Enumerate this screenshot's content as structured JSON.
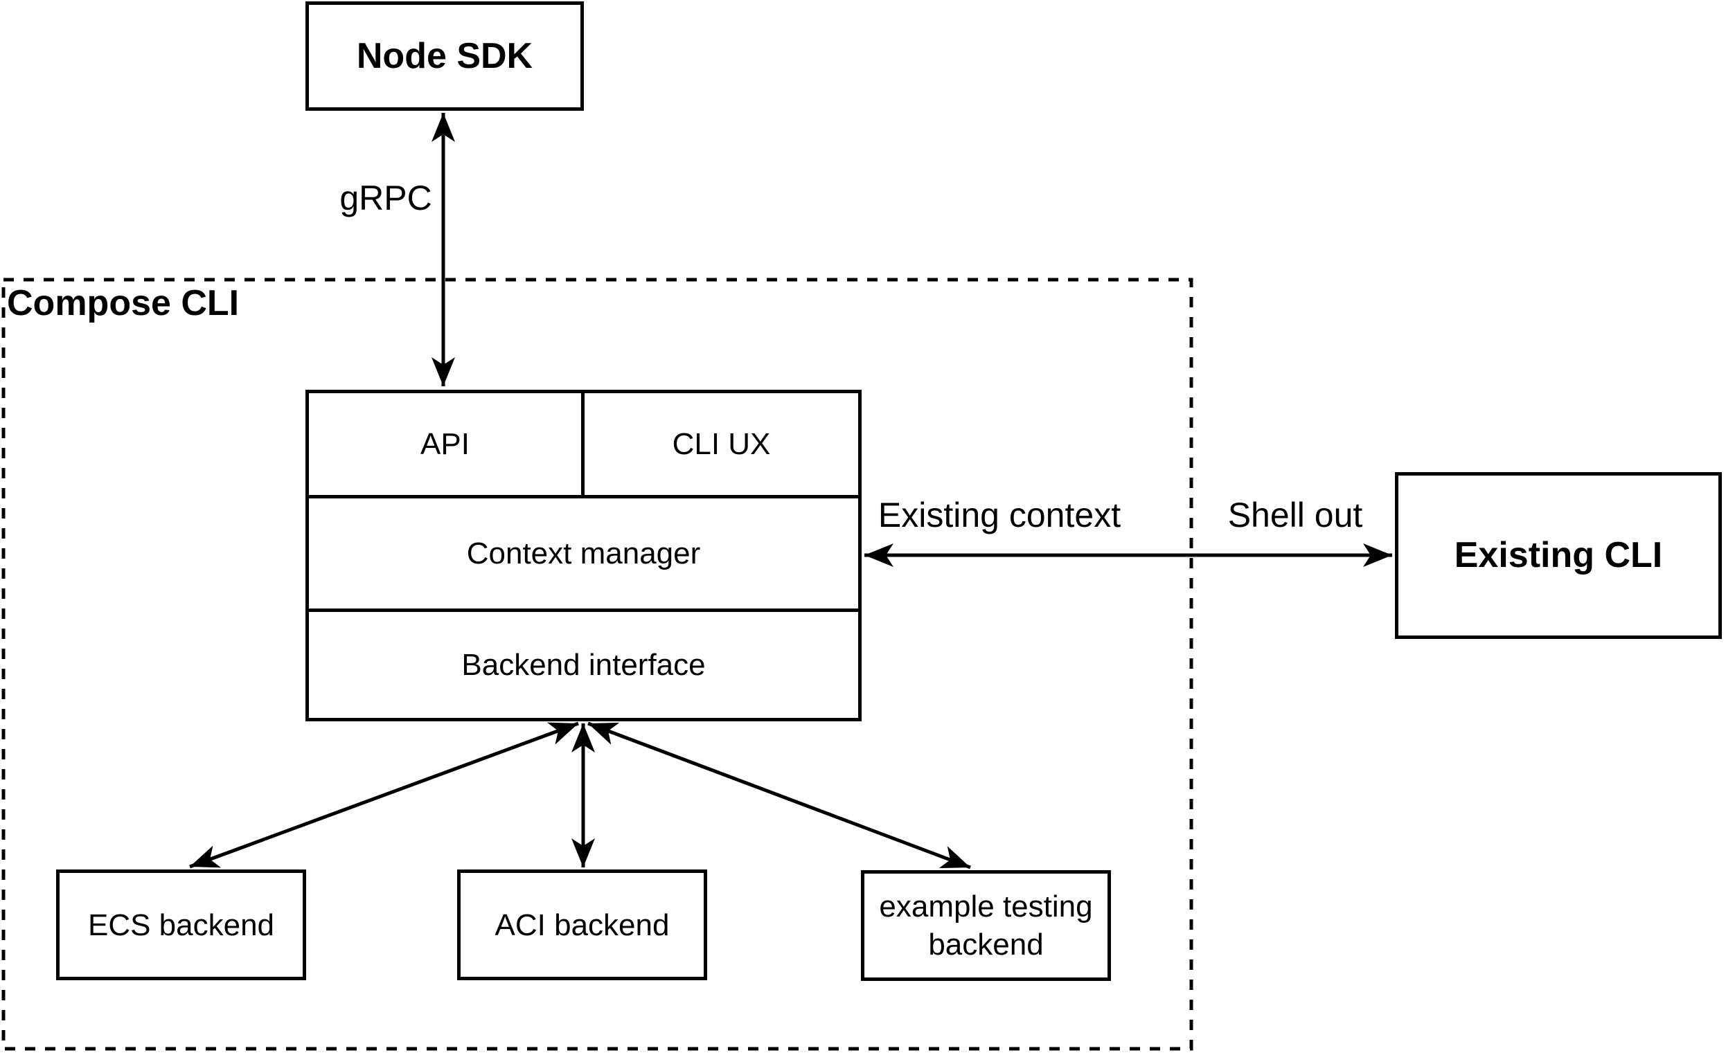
{
  "diagram": {
    "background_color": "#ffffff",
    "line_color": "#000000",
    "text_color": "#000000",
    "nodes": {
      "node_sdk": {
        "label": "Node SDK",
        "style": "bold"
      },
      "compose_cli_group": {
        "label": "Compose CLI",
        "style": "bold, dashed container"
      },
      "api": {
        "label": "API"
      },
      "cli_ux": {
        "label": "CLI UX"
      },
      "context_manager": {
        "label": "Context manager"
      },
      "backend_interface": {
        "label": "Backend interface"
      },
      "existing_cli": {
        "label": "Existing CLI",
        "style": "bold"
      },
      "ecs_backend": {
        "label": "ECS backend"
      },
      "aci_backend": {
        "label": "ACI backend"
      },
      "example_testing_backend": {
        "label": "example testing backend"
      }
    },
    "edges": {
      "grpc": {
        "label": "gRPC",
        "between": [
          "Node SDK",
          "API"
        ],
        "type": "bidirectional"
      },
      "context_to_existing_cli": {
        "labels": {
          "left": "Existing context",
          "right": "Shell out"
        },
        "between": [
          "Context manager",
          "Existing CLI"
        ],
        "type": "bidirectional"
      },
      "backend_to_ecs": {
        "between": [
          "Backend interface",
          "ECS backend"
        ],
        "type": "bidirectional"
      },
      "backend_to_aci": {
        "between": [
          "Backend interface",
          "ACI backend"
        ],
        "type": "bidirectional"
      },
      "backend_to_example": {
        "between": [
          "Backend interface",
          "example testing backend"
        ],
        "type": "bidirectional"
      }
    }
  }
}
